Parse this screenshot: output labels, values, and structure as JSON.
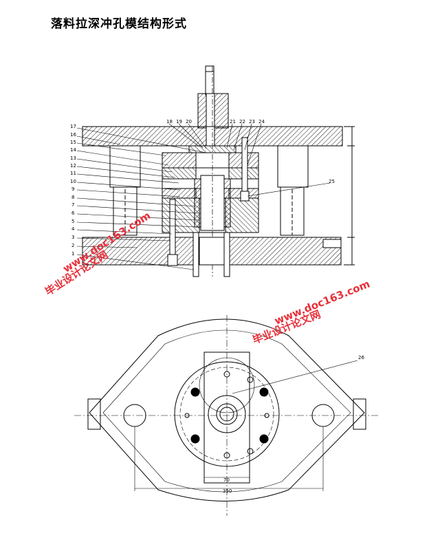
{
  "title": "落料拉深冲孔模结构形式",
  "part_labels_left": [
    "17",
    "16",
    "15",
    "14",
    "13",
    "12",
    "11",
    "10",
    "9",
    "8",
    "7",
    "6",
    "5",
    "4",
    "3",
    "2",
    "1"
  ],
  "part_labels_top": [
    "18",
    "19",
    "20",
    "21",
    "22",
    "23",
    "24"
  ],
  "part_label_25": "25",
  "part_label_26": "26",
  "dimension_labels": {
    "plan_small": "70",
    "plan_large": "350"
  },
  "watermarks": [
    {
      "text1": "毕业设计论文网",
      "text2": "www.doc163.com"
    },
    {
      "text1": "毕业设计论文网",
      "text2": "www.doc163.com"
    }
  ],
  "colors": {
    "watermark": "#e8303a",
    "line": "#000000"
  }
}
